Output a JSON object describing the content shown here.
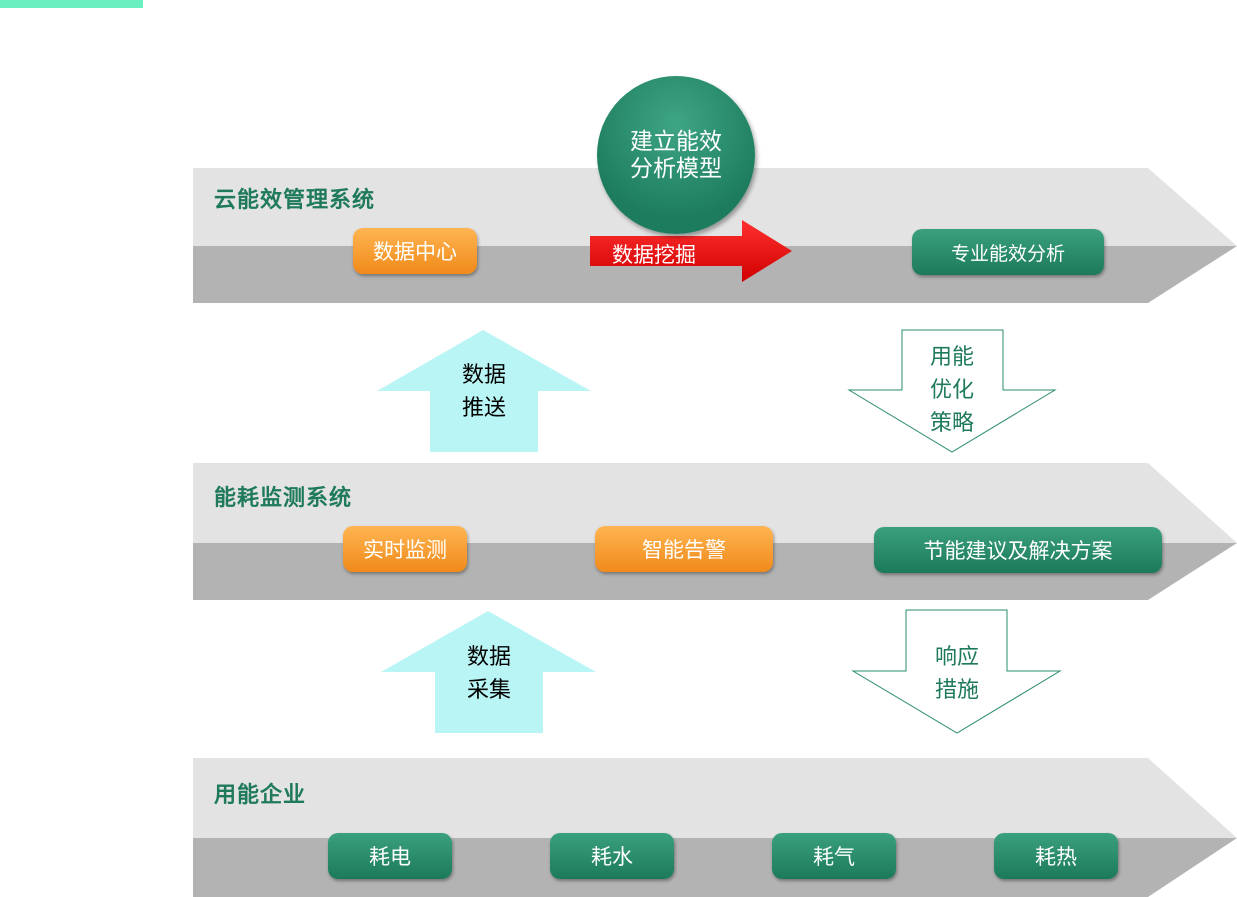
{
  "layers": [
    {
      "title": "云能效管理系统"
    },
    {
      "title": "能耗监测系统"
    },
    {
      "title": "用能企业"
    }
  ],
  "cloud": {
    "circle_lines": [
      "建立能效",
      "分析模型"
    ],
    "data_center": "数据中心",
    "data_mining": "数据挖掘",
    "analysis": "专业能效分析"
  },
  "monitor": {
    "realtime": "实时监测",
    "alarm": "智能告警",
    "suggest": "节能建议及解决方案"
  },
  "enterprise": {
    "items": [
      "耗电",
      "耗水",
      "耗气",
      "耗热"
    ]
  },
  "arrows": {
    "push": [
      "数据",
      "推送"
    ],
    "strategy": [
      "用能",
      "优化",
      "策略"
    ],
    "collect": [
      "数据",
      "采集"
    ],
    "response": [
      "响应",
      "措施"
    ]
  },
  "colors": {
    "band_top": "#e3e3e3",
    "band_bottom": "#b3b3b3",
    "up_arrow": "#baf5f5",
    "title_green": "#1f7a5c",
    "orange": "#f59a2a",
    "green": "#2a8c6c",
    "red_arrow": "#ff0000"
  }
}
